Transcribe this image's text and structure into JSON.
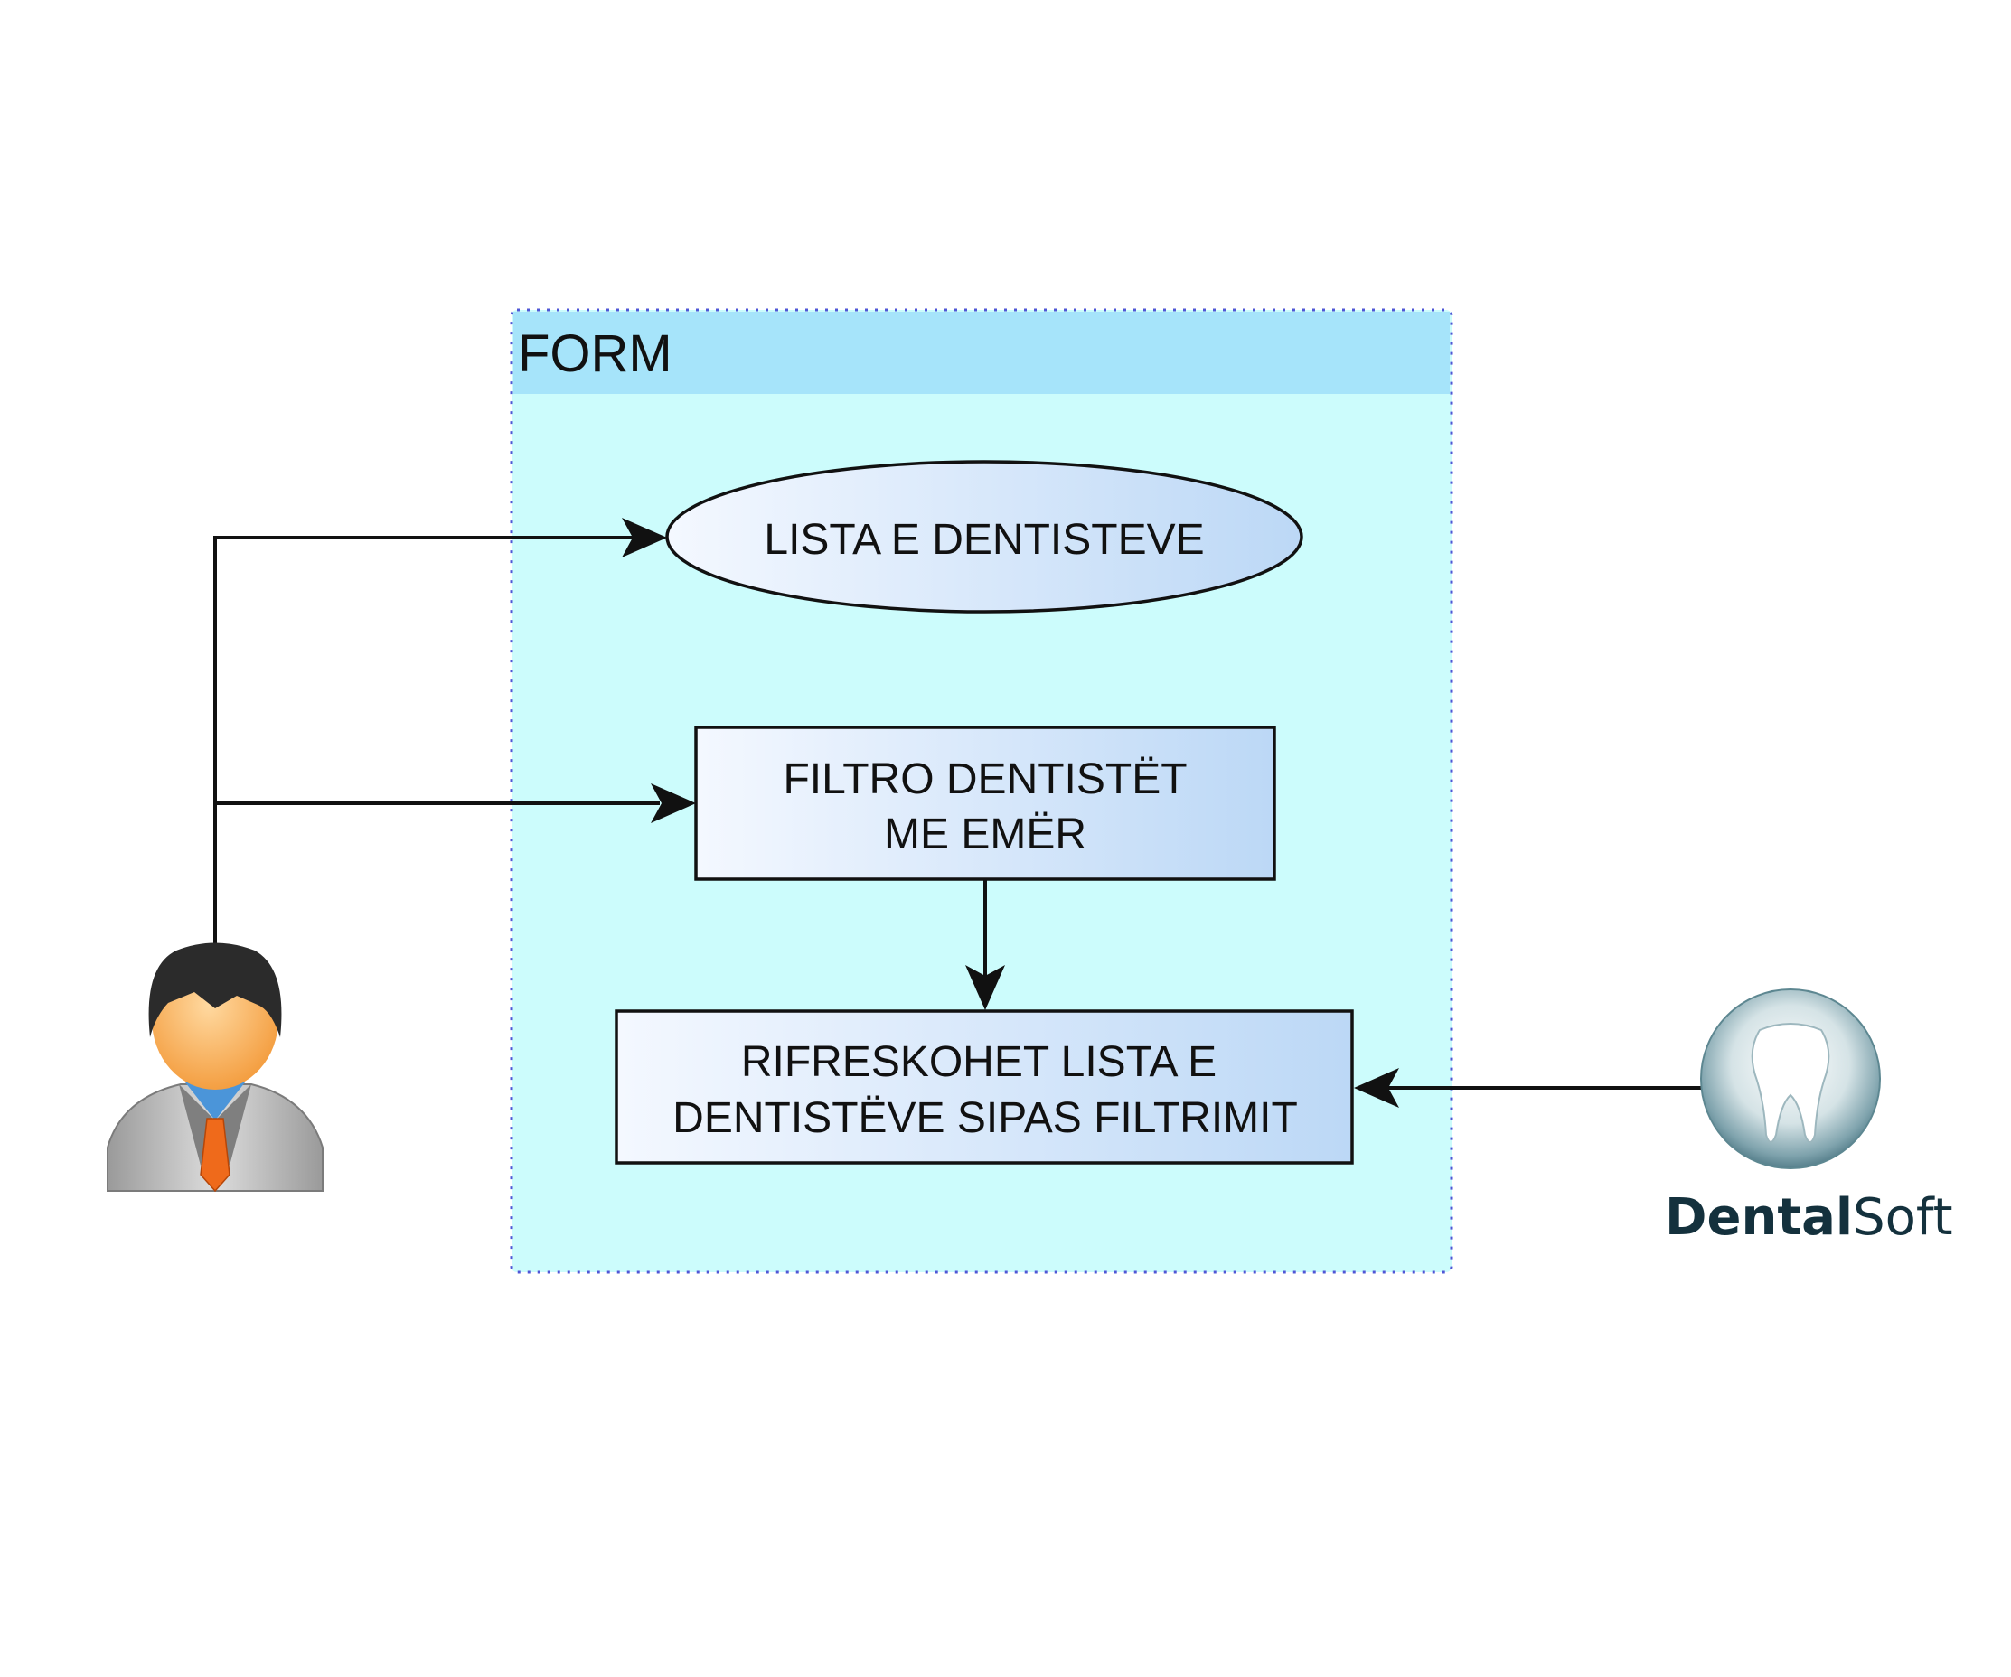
{
  "container": {
    "title": "FORM"
  },
  "nodes": {
    "list": {
      "label": "LISTA E DENTISTEVE"
    },
    "filter": {
      "line1": "FILTRO DENTISTËT",
      "line2": "ME EMËR"
    },
    "refresh": {
      "line1": "RIFRESKOHET LISTA E",
      "line2": "DENTISTËVE SIPAS FILTRIMIT"
    }
  },
  "actors": {
    "user": {
      "icon": "user-avatar-icon"
    },
    "system": {
      "icon": "tooth-logo-icon",
      "brand_bold": "Dental",
      "brand_light": "Soft"
    }
  },
  "colors": {
    "container_fill": "#ccfcfc",
    "container_header": "#a6e4fa",
    "container_border": "#4f57d6",
    "node_gradient_start": "#f4f8ff",
    "node_gradient_end": "#bcd8f6",
    "line": "#111111",
    "brand": "#14313d"
  }
}
